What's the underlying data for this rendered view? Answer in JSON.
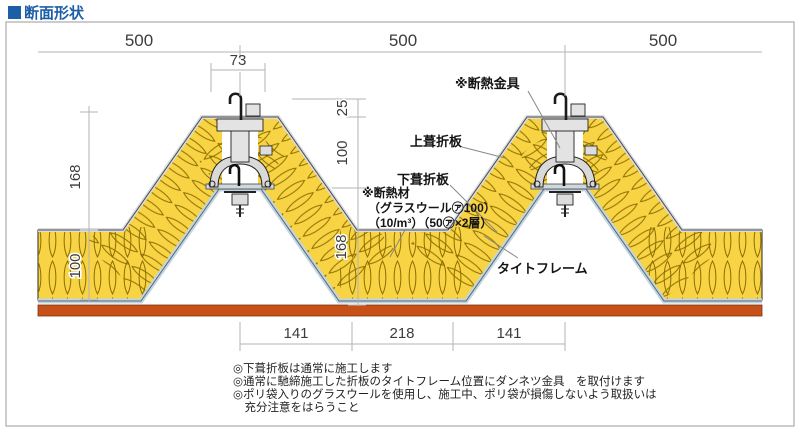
{
  "title": {
    "text": "断面形状"
  },
  "dims": {
    "top": [
      "500",
      "500",
      "500"
    ],
    "seam_width": "73",
    "vert_center": [
      "25",
      "100",
      "168"
    ],
    "vert_left": [
      "168",
      "100"
    ],
    "bottom": [
      "141",
      "218",
      "141"
    ]
  },
  "labels": {
    "insulation_bracket": "※断熱金具",
    "upper_sheet": "上葺折板",
    "lower_sheet": "下葺折板",
    "insulation_title": "※断熱材",
    "insulation_spec1": "（グラスウール㋐100）",
    "insulation_spec2": "（10/m³）（50㋐×2層）",
    "tight_frame": "タイトフレーム"
  },
  "notes": [
    "◎下葺折板は通常に施工します",
    "◎通常に馳締施工した折板のタイトフレーム位置にダンネツ金具　を取付けます",
    "◎ポリ袋入りのグラスウールを使用し、施工中、ポリ袋が損傷しないよう取扱いは",
    "　充分注意をはらうこと"
  ],
  "colors": {
    "accent_blue": "#1d5fa7",
    "insulation_yellow": "#f8d344",
    "wool_line": "#8a6d00",
    "deck_orange": "#c75119",
    "plate_gray": "#d9dde0",
    "plate_blue": "#c2d6e2",
    "dim_line": "#b3b3b3"
  }
}
